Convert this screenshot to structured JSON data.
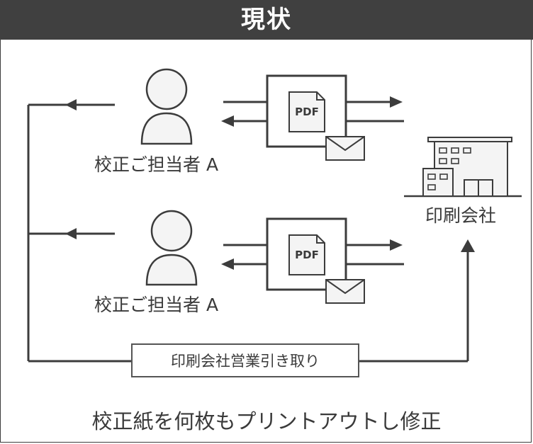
{
  "header": {
    "title": "現状"
  },
  "workers": [
    {
      "label": "校正ご担当者 A",
      "document_label": "PDF"
    },
    {
      "label": "校正ご担当者 A",
      "document_label": "PDF"
    }
  ],
  "printer": {
    "label": "印刷会社"
  },
  "pickup": {
    "label": "印刷会社営業引き取り"
  },
  "footer": {
    "note": "校正紙を何枚もプリントアウトし修正"
  },
  "colors": {
    "header_bg": "#404040",
    "line": "#3c3c3c",
    "text": "#3a3a3a",
    "icon_fill": "#f4f4f4"
  },
  "icons": [
    "person-icon",
    "pdf-document-icon",
    "mail-envelope-icon",
    "building-icon",
    "arrow-icon"
  ]
}
